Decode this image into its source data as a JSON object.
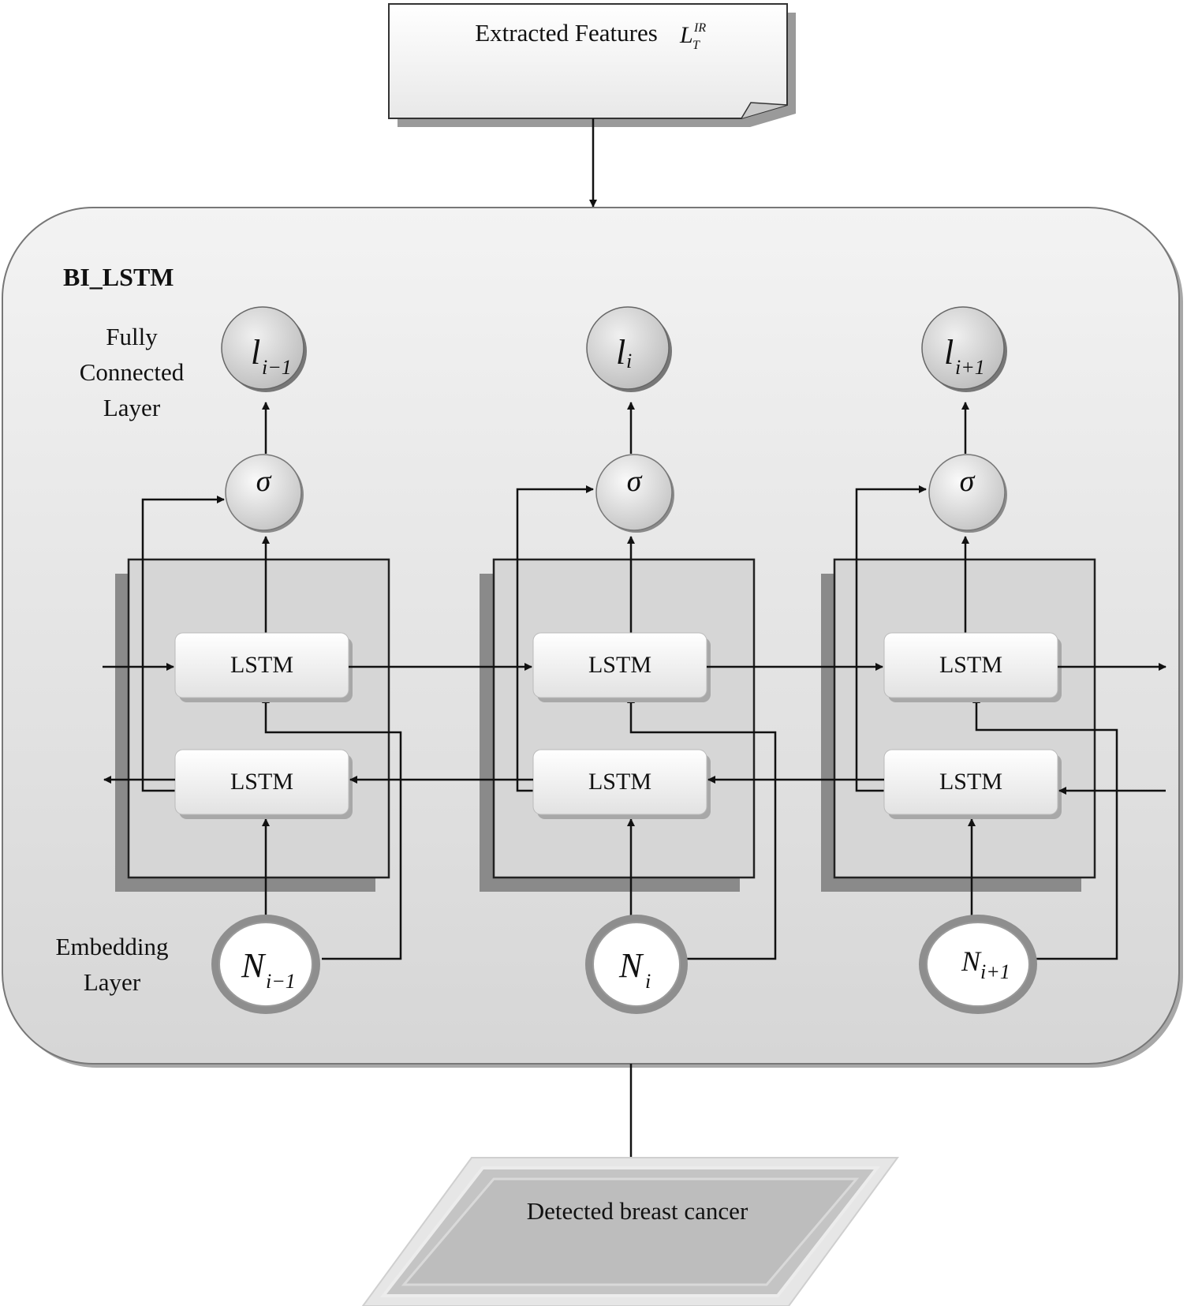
{
  "input_box": {
    "label": "Extracted Features",
    "symbol": "L",
    "sup": "IR",
    "sub": "T"
  },
  "container": {
    "title": "BI_LSTM"
  },
  "layer_labels": {
    "fully_connected": [
      "Fully",
      "Connected",
      "Layer"
    ],
    "embedding": [
      "Embedding",
      "Layer"
    ]
  },
  "cells": [
    {
      "output": {
        "symbol": "l",
        "sub": "i−1"
      },
      "activation": "σ",
      "forward_lstm": "LSTM",
      "backward_lstm": "LSTM",
      "embedding": {
        "symbol": "N",
        "sub": "i−1"
      }
    },
    {
      "output": {
        "symbol": "l",
        "sub": "i"
      },
      "activation": "σ",
      "forward_lstm": "LSTM",
      "backward_lstm": "LSTM",
      "embedding": {
        "symbol": "N",
        "sub": "i"
      }
    },
    {
      "output": {
        "symbol": "l",
        "sub": "i+1"
      },
      "activation": "σ",
      "forward_lstm": "LSTM",
      "backward_lstm": "LSTM",
      "embedding": {
        "symbol": "N",
        "sub": "i+1"
      }
    }
  ],
  "output_box": {
    "label": "Detected breast cancer"
  },
  "colors": {
    "container_fill": "#dcdcdc",
    "node_fill": "#d4d4d4",
    "lstm_fill": "#f4f4f4",
    "shadow": "#8a8a8a",
    "output_fill": "#c8c8c8"
  }
}
